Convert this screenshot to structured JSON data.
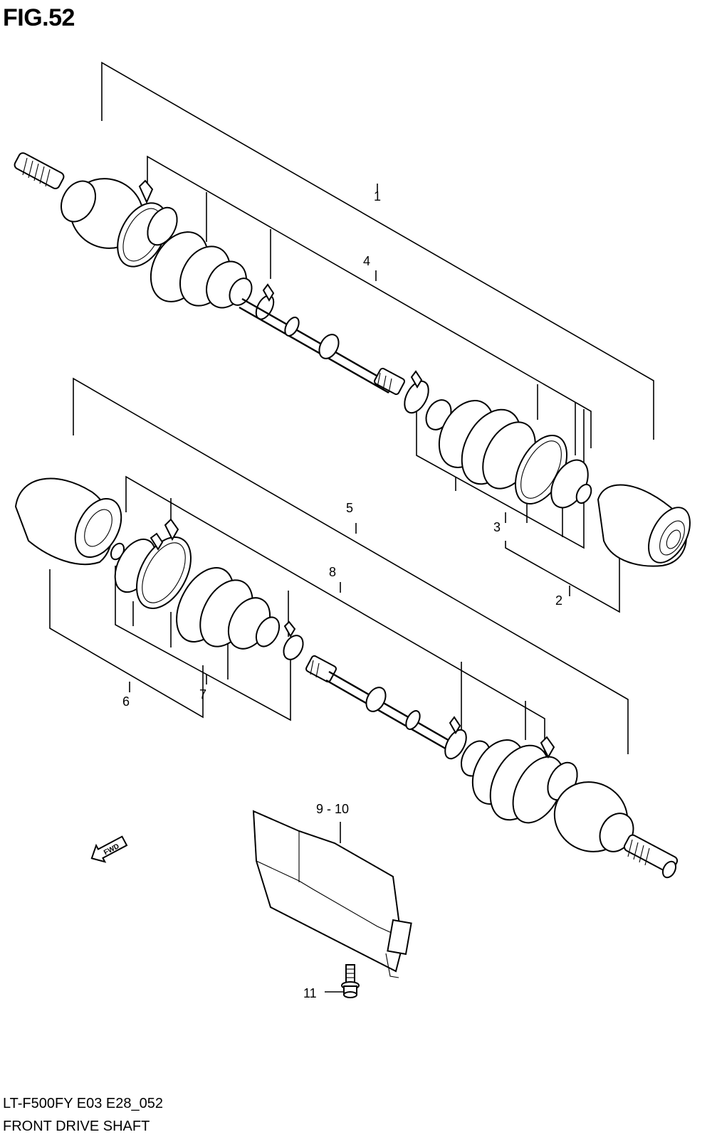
{
  "figure_title": "FIG.52",
  "callouts": [
    {
      "id": "1",
      "text": "1"
    },
    {
      "id": "2",
      "text": "2"
    },
    {
      "id": "3",
      "text": "3"
    },
    {
      "id": "4",
      "text": "4"
    },
    {
      "id": "5",
      "text": "5"
    },
    {
      "id": "6",
      "text": "6"
    },
    {
      "id": "7",
      "text": "7"
    },
    {
      "id": "8",
      "text": "8"
    },
    {
      "id": "9-10",
      "text": "9 - 10"
    },
    {
      "id": "11",
      "text": "11"
    }
  ],
  "fwd_arrow_label": "FWD",
  "footer": {
    "model_code": "LT-F500FY E03 E28_052",
    "diagram_title": "FRONT DRIVE SHAFT"
  }
}
